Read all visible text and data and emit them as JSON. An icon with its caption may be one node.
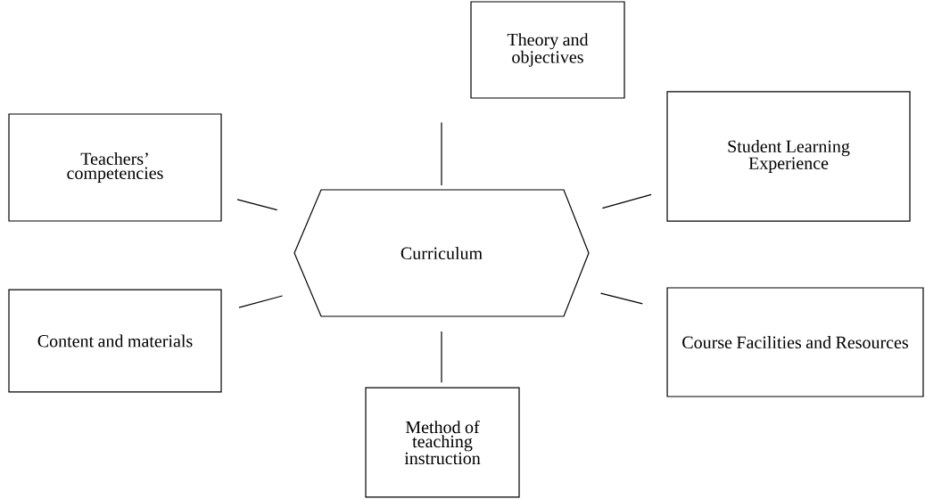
{
  "diagram": {
    "nodes": [
      {
        "text": [
          "Theory and objectives"
        ]
      },
      {
        "text": [
          "Teachers’ competencies"
        ]
      },
      {
        "text": [
          "Student Learning Experience"
        ]
      },
      {
        "text": [
          "Curriculum"
        ]
      },
      {
        "text": [
          "Content and materials"
        ]
      },
      {
        "text": [
          "Course Facilities and Resources"
        ]
      },
      {
        "text": [
          "Method of teaching instruction"
        ]
      }
    ],
    "edges": [
      {
        "from": 3,
        "to": 0,
        "arrow": "none"
      },
      {
        "from": 3,
        "to": 1,
        "arrow": "none"
      },
      {
        "from": 3,
        "to": 2,
        "arrow": "none"
      },
      {
        "from": 3,
        "to": 4,
        "arrow": "none"
      },
      {
        "from": 3,
        "to": 5,
        "arrow": "none"
      },
      {
        "from": 3,
        "to": 6,
        "arrow": "none"
      }
    ]
  }
}
